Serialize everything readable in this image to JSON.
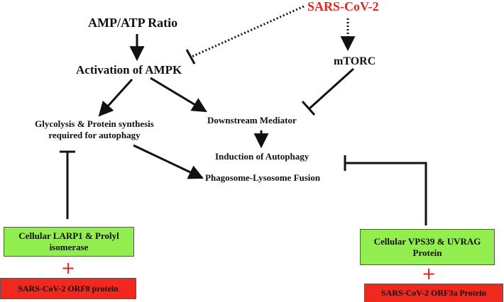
{
  "nodes": {
    "amp_atp": "AMP/ATP Ratio",
    "sars": "SARS-CoV-2",
    "ampk": "Activation of AMPK",
    "mtorc": "mTORC",
    "glycolysis_l1": "Glycolysis & Protein synthesis",
    "glycolysis_l2": "required for autophagy",
    "downstream": "Downstream Mediator",
    "induction": "Induction of Autophagy",
    "fusion": "Phagosome-Lysosome Fusion"
  },
  "boxes": {
    "larp1_l1": "Cellular LARP1 & Prolyl",
    "larp1_l2": "isomerase",
    "orf8": "SARS-CoV-2 ORF8 protein",
    "vps39_l1": "Cellular VPS39 & UVRAG",
    "vps39_l2": "Protein",
    "orf3a": "SARS-CoV-2 ORF3a Protein"
  },
  "symbols": {
    "plus": "+"
  },
  "colors": {
    "virus_text": "#e8231f",
    "host_box": "#92ee4e",
    "viral_box": "#f0281e",
    "plus": "#e8231f",
    "line": "#111111"
  }
}
